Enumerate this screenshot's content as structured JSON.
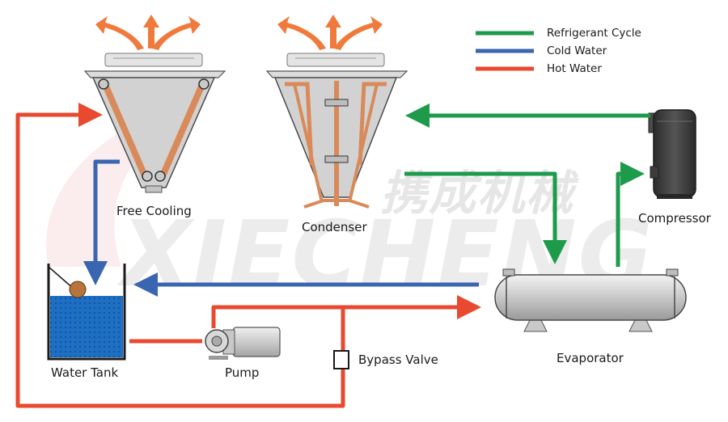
{
  "watermark": {
    "chinese": "携成机械",
    "latin": "XIECHENG"
  },
  "legend": [
    {
      "label": "Refrigerant Cycle",
      "color": "#1e9a4b"
    },
    {
      "label": "Cold Water",
      "color": "#3a65b0"
    },
    {
      "label": "Hot Water",
      "color": "#e8492f"
    }
  ],
  "components": {
    "free_cooling": "Free Cooling",
    "condenser": "Condenser",
    "compressor": "Compressor",
    "water_tank": "Water Tank",
    "pump": "Pump",
    "bypass_valve": "Bypass Valve",
    "evaporator": "Evaporator"
  },
  "colors": {
    "refrigerant": "#1e9a4b",
    "cold_water": "#3a65b0",
    "hot_water": "#e8492f",
    "air_flow": "#f07a3c",
    "copper_pipe": "#d98a5a",
    "tank_water": "#1d6fc4"
  }
}
